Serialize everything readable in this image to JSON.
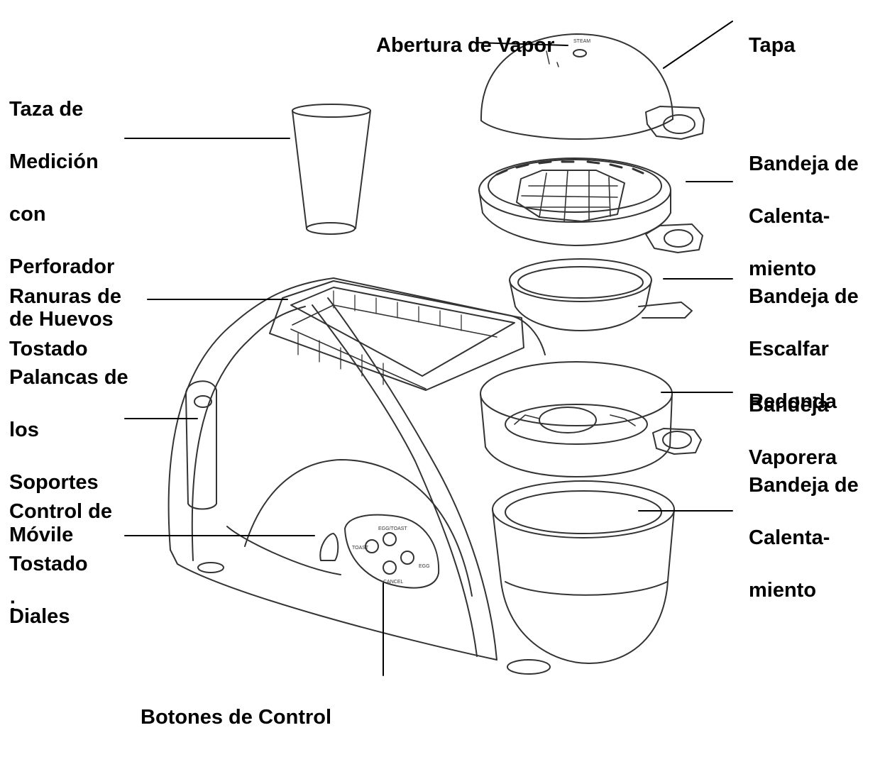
{
  "labels": {
    "abertura_vapor": [
      "Abertura de Vapor"
    ],
    "tapa": [
      "Tapa"
    ],
    "taza": [
      "Taza de",
      "Medición",
      "con",
      "Perforador",
      "de Huevos"
    ],
    "ranuras": [
      "Ranuras de",
      "Tostado"
    ],
    "palancas": [
      "Palancas de",
      "los",
      "Soportes",
      "Móvile"
    ],
    "control_tostado": [
      "Control de",
      "Tostado",
      "Diales"
    ],
    "colon": [
      ":"
    ],
    "botones": [
      "Botones de Control"
    ],
    "bandeja_calentamiento_1": [
      "Bandeja de",
      "Calenta-",
      "miento"
    ],
    "bandeja_escalfar": [
      "Bandeja de",
      "Escalfar",
      "Redonda"
    ],
    "bandeja_vaporera": [
      "Bandeja",
      "Vaporera"
    ],
    "bandeja_calentamiento_2": [
      "Bandeja de",
      "Calenta-",
      "miento"
    ]
  },
  "panel_buttons": {
    "top": "EGG/TOAST",
    "left": "TOAST",
    "right": "EGG",
    "bottom": "CANCEL"
  },
  "lid_text": "STEAM"
}
